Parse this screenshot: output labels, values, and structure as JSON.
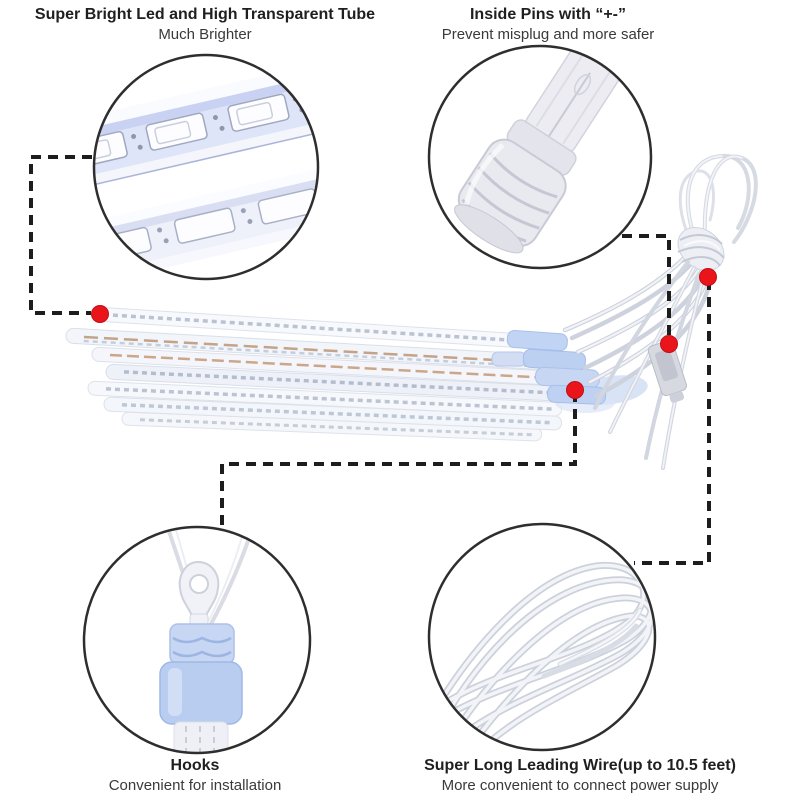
{
  "callouts": {
    "top_left": {
      "title": "Super Bright Led and High Transparent Tube",
      "subtitle": "Much Brighter"
    },
    "top_right": {
      "title": "Inside Pins with  “+-”",
      "subtitle": "Prevent misplug and more safer"
    },
    "bottom_left": {
      "title": "Hooks",
      "subtitle": "Convenient for installation"
    },
    "bottom_right": {
      "title": "Super Long Leading Wire(up to 10.5 feet)",
      "subtitle": "More convenient to connect power supply"
    }
  },
  "colors": {
    "marker_red": "#e9151b",
    "leader_line": "#1d1d1d",
    "circle_stroke": "#2e2e2e",
    "tube_blue": "#b9cdf0",
    "wire_gray": "#d3d7e2"
  }
}
